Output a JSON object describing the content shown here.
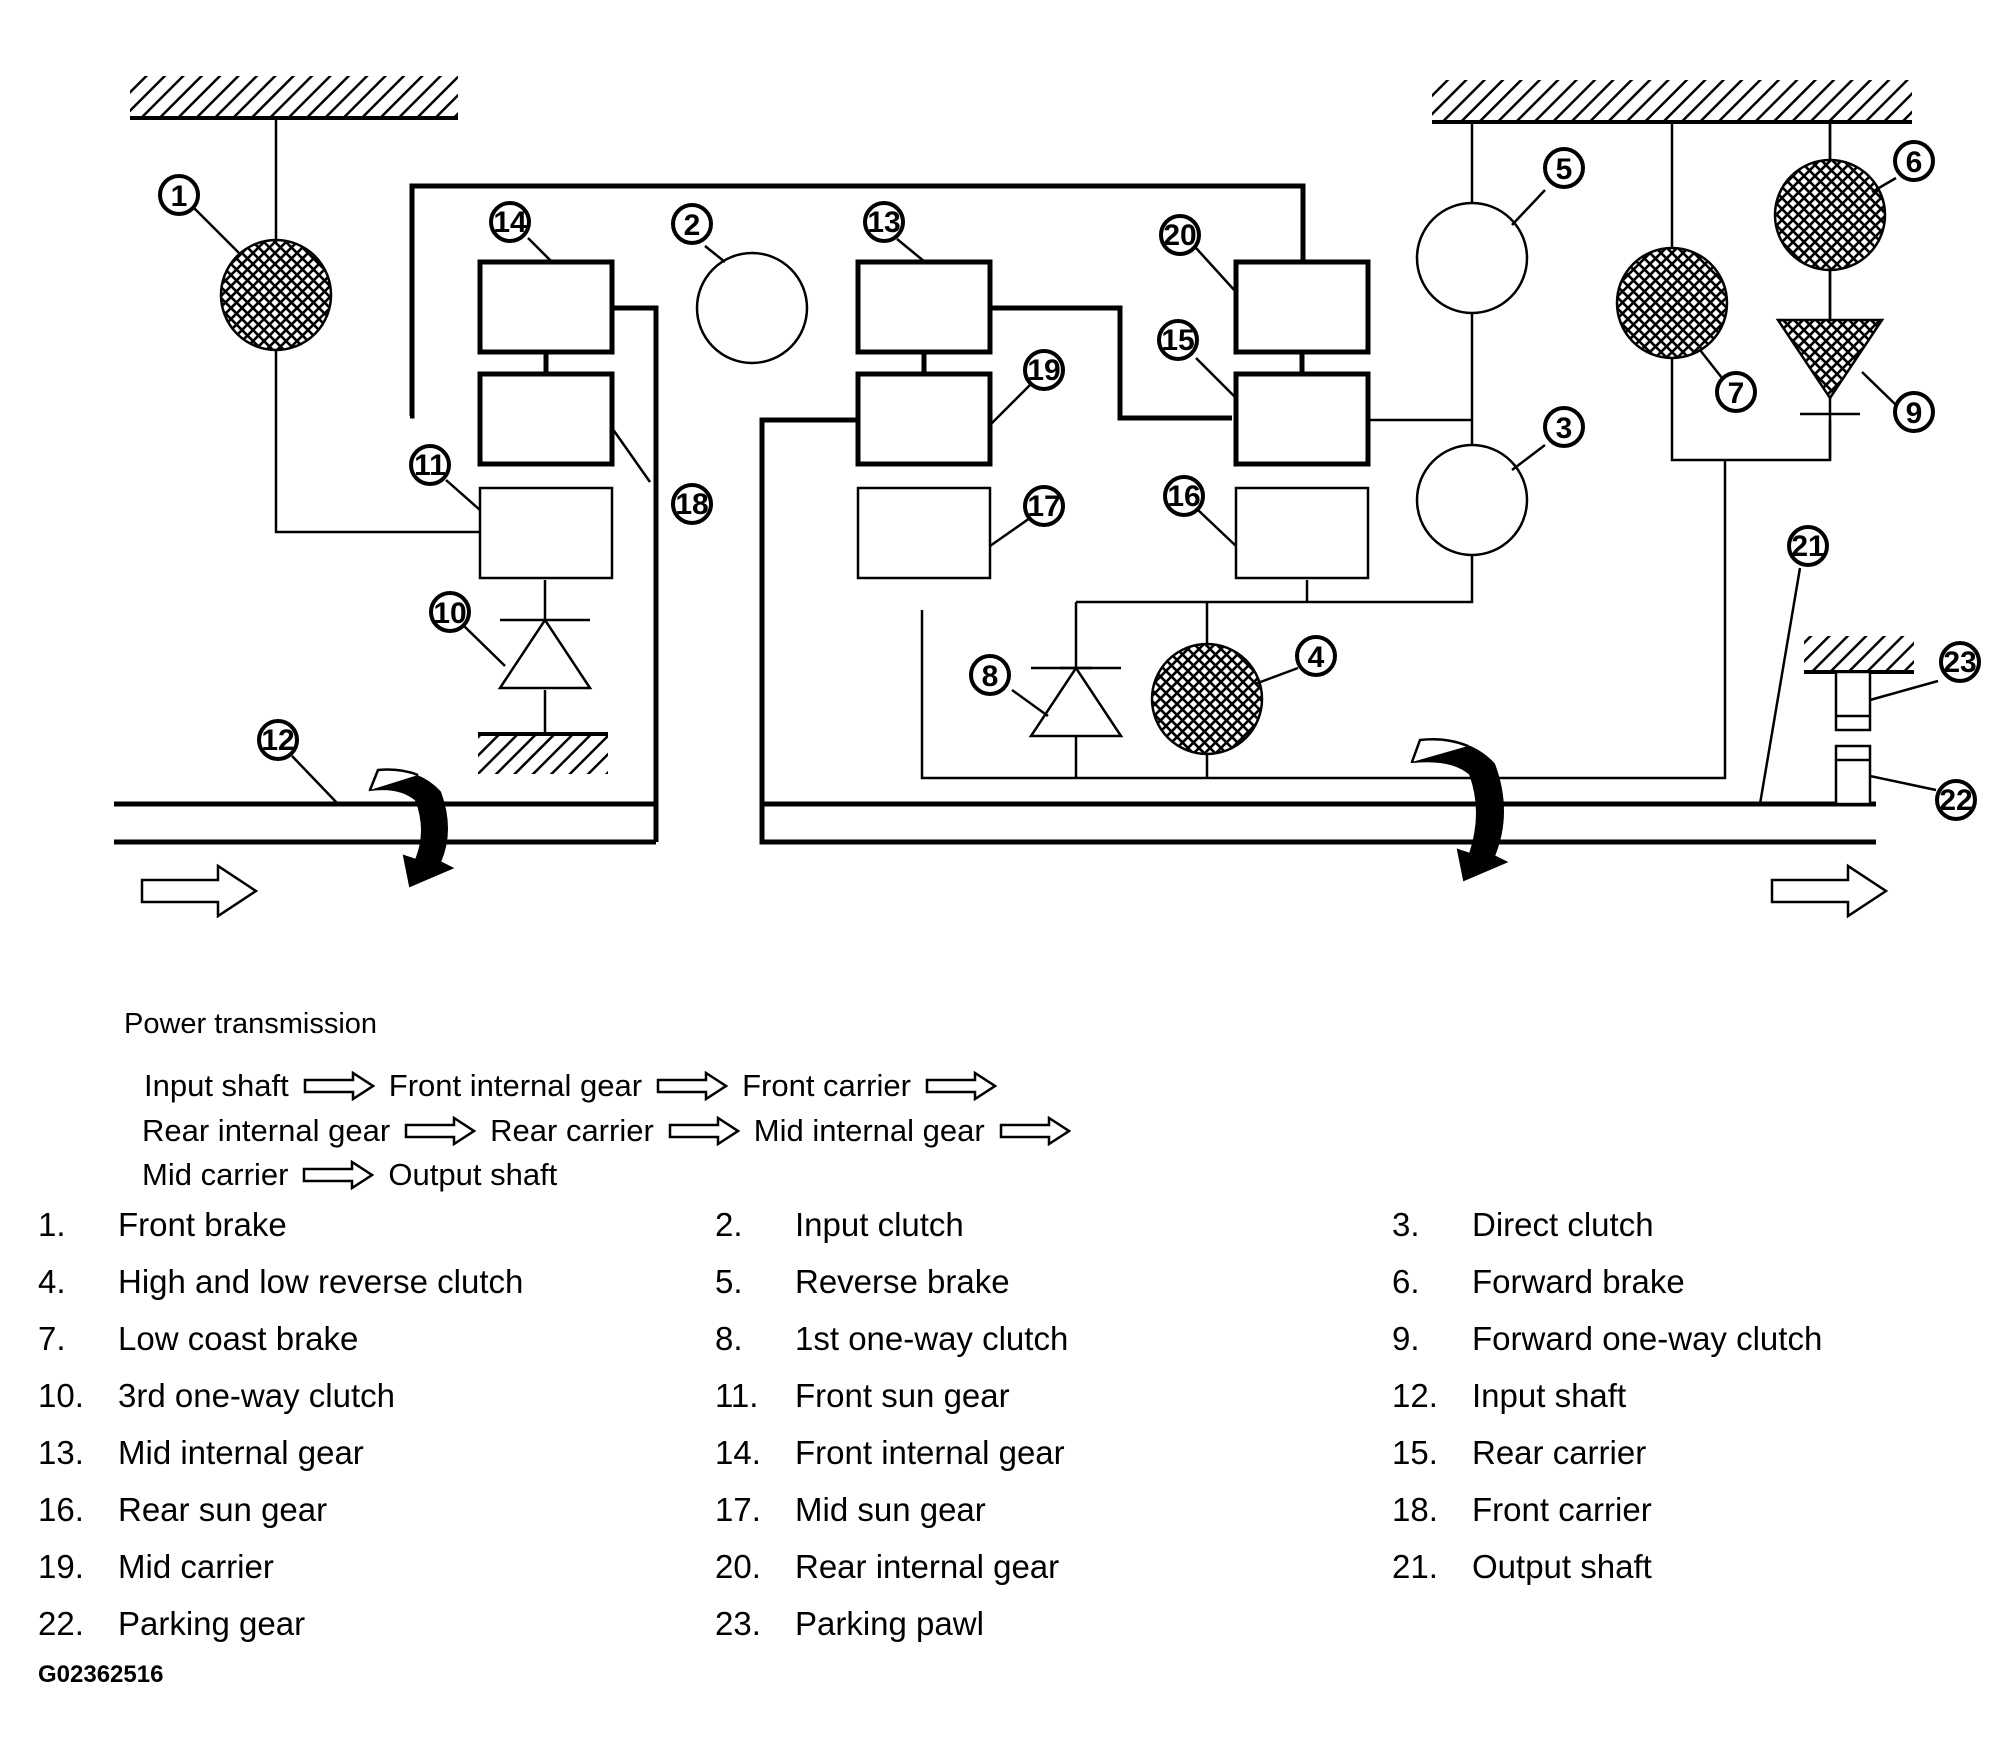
{
  "callouts": [
    "1",
    "2",
    "3",
    "4",
    "5",
    "6",
    "7",
    "8",
    "9",
    "10",
    "11",
    "12",
    "13",
    "14",
    "15",
    "16",
    "17",
    "18",
    "19",
    "20",
    "21",
    "22",
    "23"
  ],
  "power_transmission": {
    "title": "Power transmission",
    "rows": [
      [
        "Input shaft",
        "Front internal gear",
        "Front carrier"
      ],
      [
        "Rear internal gear",
        "Rear carrier",
        "Mid internal gear"
      ],
      [
        "Mid carrier",
        "Output shaft"
      ]
    ]
  },
  "legend": [
    {
      "num": "1.",
      "label": "Front brake"
    },
    {
      "num": "2.",
      "label": "Input clutch"
    },
    {
      "num": "3.",
      "label": "Direct clutch"
    },
    {
      "num": "4.",
      "label": "High and low reverse clutch"
    },
    {
      "num": "5.",
      "label": "Reverse brake"
    },
    {
      "num": "6.",
      "label": "Forward brake"
    },
    {
      "num": "7.",
      "label": "Low coast brake"
    },
    {
      "num": "8.",
      "label": "1st one-way clutch"
    },
    {
      "num": "9.",
      "label": "Forward one-way clutch"
    },
    {
      "num": "10.",
      "label": "3rd one-way clutch"
    },
    {
      "num": "11.",
      "label": "Front sun gear"
    },
    {
      "num": "12.",
      "label": "Input shaft"
    },
    {
      "num": "13.",
      "label": "Mid internal gear"
    },
    {
      "num": "14.",
      "label": "Front internal gear"
    },
    {
      "num": "15.",
      "label": "Rear carrier"
    },
    {
      "num": "16.",
      "label": "Rear sun gear"
    },
    {
      "num": "17.",
      "label": "Mid sun gear"
    },
    {
      "num": "18.",
      "label": "Front carrier"
    },
    {
      "num": "19.",
      "label": "Mid carrier"
    },
    {
      "num": "20.",
      "label": "Rear internal gear"
    },
    {
      "num": "21.",
      "label": "Output shaft"
    },
    {
      "num": "22.",
      "label": "Parking gear"
    },
    {
      "num": "23.",
      "label": "Parking pawl"
    }
  ],
  "figure_code": "G02362516"
}
